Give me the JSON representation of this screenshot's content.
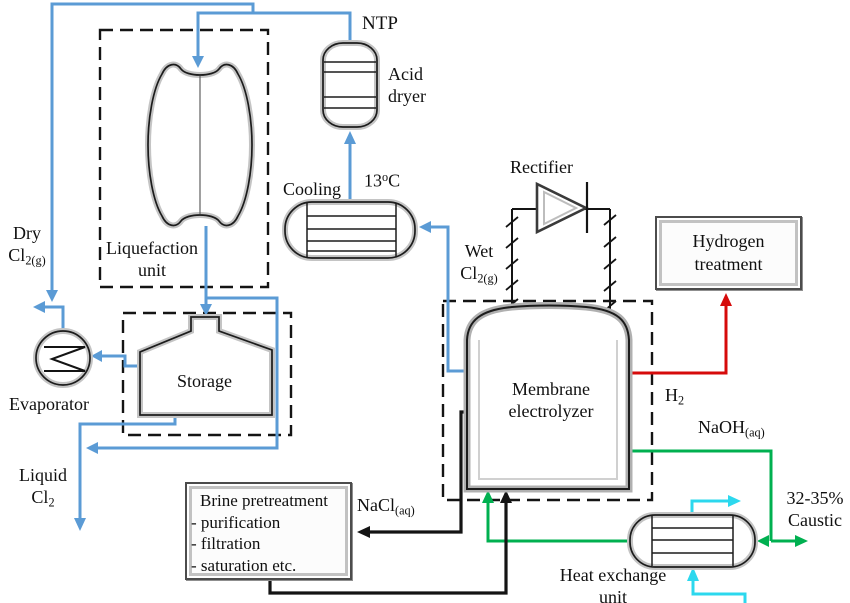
{
  "colors": {
    "blue": "#5b9bd5",
    "red": "#d60b0b",
    "green": "#00b050",
    "cyan": "#2cd8ee",
    "ink": "#141414",
    "bevel": "#c4c4c4"
  },
  "labels": {
    "ntp": "NTP",
    "acid_dryer": {
      "line1": "Acid",
      "line2": "dryer"
    },
    "cooling": "Cooling",
    "temp": {
      "value": "13",
      "sup": "o",
      "unit": "C"
    },
    "rectifier": "Rectifier",
    "wet_cl2": {
      "word": "Wet",
      "formula": "Cl",
      "sub": "2(g)"
    },
    "dry_cl2": {
      "word": "Dry",
      "formula": "Cl",
      "sub": "2(g)"
    },
    "liquefaction": {
      "line1": "Liquefaction",
      "line2": "unit"
    },
    "storage": "Storage",
    "evaporator": "Evaporator",
    "liquid_cl2": {
      "word": "Liquid",
      "formula": "Cl",
      "sub": "2"
    },
    "membrane": {
      "line1": "Membrane",
      "line2": "electrolyzer"
    },
    "h2": {
      "formula": "H",
      "sub": "2"
    },
    "naoh": {
      "formula": "NaOH",
      "sub": "(aq)"
    },
    "nacl": {
      "formula": "NaCl",
      "sub": "(aq)"
    },
    "caustic": {
      "line1": "32-35%",
      "line2": "Caustic"
    },
    "heat_exchange": {
      "line1": "Heat exchange",
      "line2": "unit"
    }
  },
  "boxes": {
    "hydrogen_treatment": {
      "line1": "Hydrogen",
      "line2": "treatment"
    },
    "brine_pretreatment": {
      "title": "Brine pretreatment",
      "items": [
        "- purification",
        "- filtration",
        "- saturation etc."
      ]
    }
  }
}
